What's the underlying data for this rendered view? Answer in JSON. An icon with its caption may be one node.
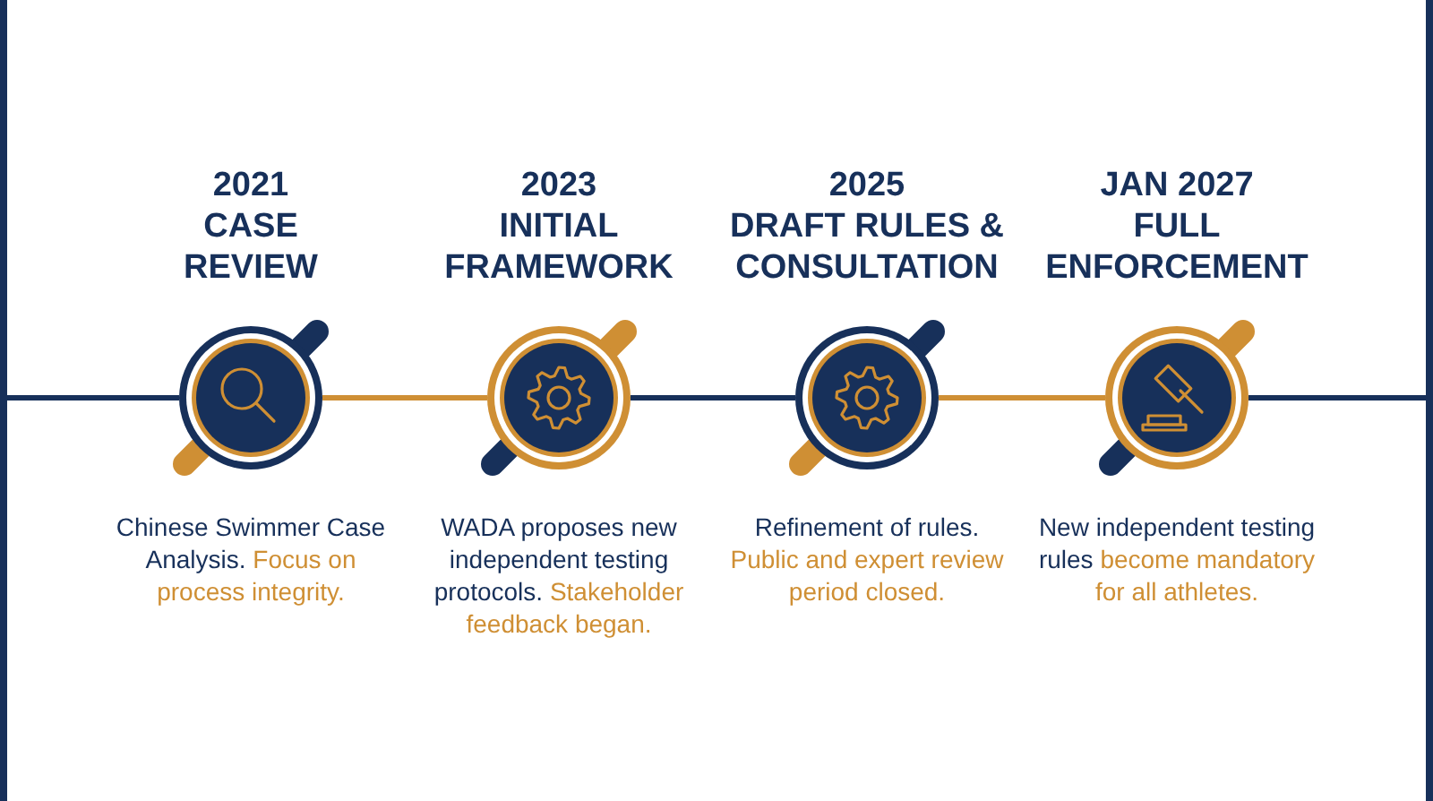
{
  "diagram": {
    "nodes": [
      {
        "text": [
          "2021",
          "CASE REVIEW",
          "Chinese Swimmer Case Analysis.",
          "Focus on process integrity."
        ]
      },
      {
        "text": [
          "2023",
          "INITIAL FRAMEWORK",
          "WADA proposes new independent testing protocols.",
          "Stakeholder feedback began."
        ]
      },
      {
        "text": [
          "2025",
          "DRAFT RULES & CONSULTATION",
          "Refinement of rules.",
          "Public and expert review period closed."
        ]
      },
      {
        "text": [
          "JAN 2027",
          "FULL ENFORCEMENT",
          "New independent testing rules",
          "become mandatory for all athletes."
        ]
      }
    ],
    "edges": [
      {
        "from": null,
        "to": 0,
        "arrow": "none"
      },
      {
        "from": 0,
        "to": 1,
        "arrow": "none",
        "color": "#cf8f34"
      },
      {
        "from": 1,
        "to": 2,
        "arrow": "none"
      },
      {
        "from": 2,
        "to": 3,
        "arrow": "none",
        "color": "#cf8f34"
      },
      {
        "from": 3,
        "to": null,
        "arrow": "none"
      }
    ]
  }
}
